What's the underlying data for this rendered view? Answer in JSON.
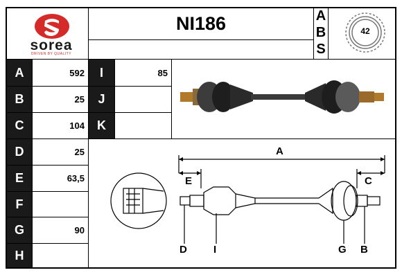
{
  "brand": {
    "name": "sorea",
    "tagline": "DRIVEN BY QUALITY",
    "logo_color": "#d52a2a"
  },
  "part_number": "NI186",
  "abs_letters": [
    "A",
    "B",
    "S"
  ],
  "abs_teeth": "42",
  "dimensions_left": [
    {
      "label": "A",
      "value": "592"
    },
    {
      "label": "B",
      "value": "25"
    },
    {
      "label": "C",
      "value": "104"
    },
    {
      "label": "D",
      "value": "25"
    },
    {
      "label": "E",
      "value": "63,5"
    },
    {
      "label": "F",
      "value": ""
    },
    {
      "label": "G",
      "value": "90"
    },
    {
      "label": "H",
      "value": ""
    }
  ],
  "dimensions_right": [
    {
      "label": "I",
      "value": "85"
    },
    {
      "label": "J",
      "value": ""
    },
    {
      "label": "K",
      "value": ""
    }
  ],
  "diagram_labels": {
    "a": "A",
    "e": "E",
    "c": "C",
    "d": "D",
    "i": "I",
    "g": "G",
    "b": "B"
  }
}
